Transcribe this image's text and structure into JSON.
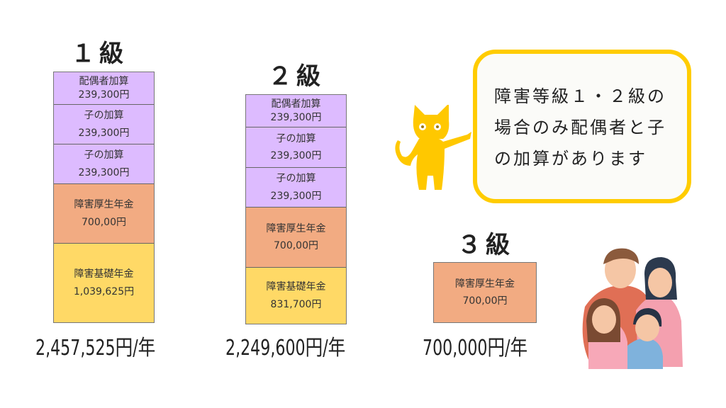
{
  "colors": {
    "spouse_child": "#DDBBFF",
    "employee_pension": "#F2AB82",
    "basic_pension": "#FFD966",
    "callout_border": "#FFCC00",
    "cat": "#FFC800"
  },
  "grades": [
    {
      "title": "１級",
      "total": "2,457,525円/年",
      "segments": [
        {
          "label": "配偶者加算",
          "amount": "239,300円",
          "type": "spouse_child"
        },
        {
          "label": "子の加算",
          "amount": "239,300円",
          "type": "spouse_child"
        },
        {
          "label": "子の加算",
          "amount": "239,300円",
          "type": "spouse_child"
        },
        {
          "label": "障害厚生年金",
          "amount": "700,00円",
          "type": "employee_pension"
        },
        {
          "label": "障害基礎年金",
          "amount": "1,039,625円",
          "type": "basic_pension"
        }
      ]
    },
    {
      "title": "２級",
      "total": "2,249,600円/年",
      "segments": [
        {
          "label": "配偶者加算",
          "amount": "239,300円",
          "type": "spouse_child"
        },
        {
          "label": "子の加算",
          "amount": "239,300円",
          "type": "spouse_child"
        },
        {
          "label": "子の加算",
          "amount": "239,300円",
          "type": "spouse_child"
        },
        {
          "label": "障害厚生年金",
          "amount": "700,00円",
          "type": "employee_pension"
        },
        {
          "label": "障害基礎年金",
          "amount": "831,700円",
          "type": "basic_pension"
        }
      ]
    },
    {
      "title": "３級",
      "total": "700,000円/年",
      "segments": [
        {
          "label": "障害厚生年金",
          "amount": "700,00円",
          "type": "employee_pension"
        }
      ]
    }
  ],
  "callout": {
    "lines": [
      "障害等級１・２級の",
      "場合のみ配偶者と子",
      "の加算があります"
    ]
  }
}
